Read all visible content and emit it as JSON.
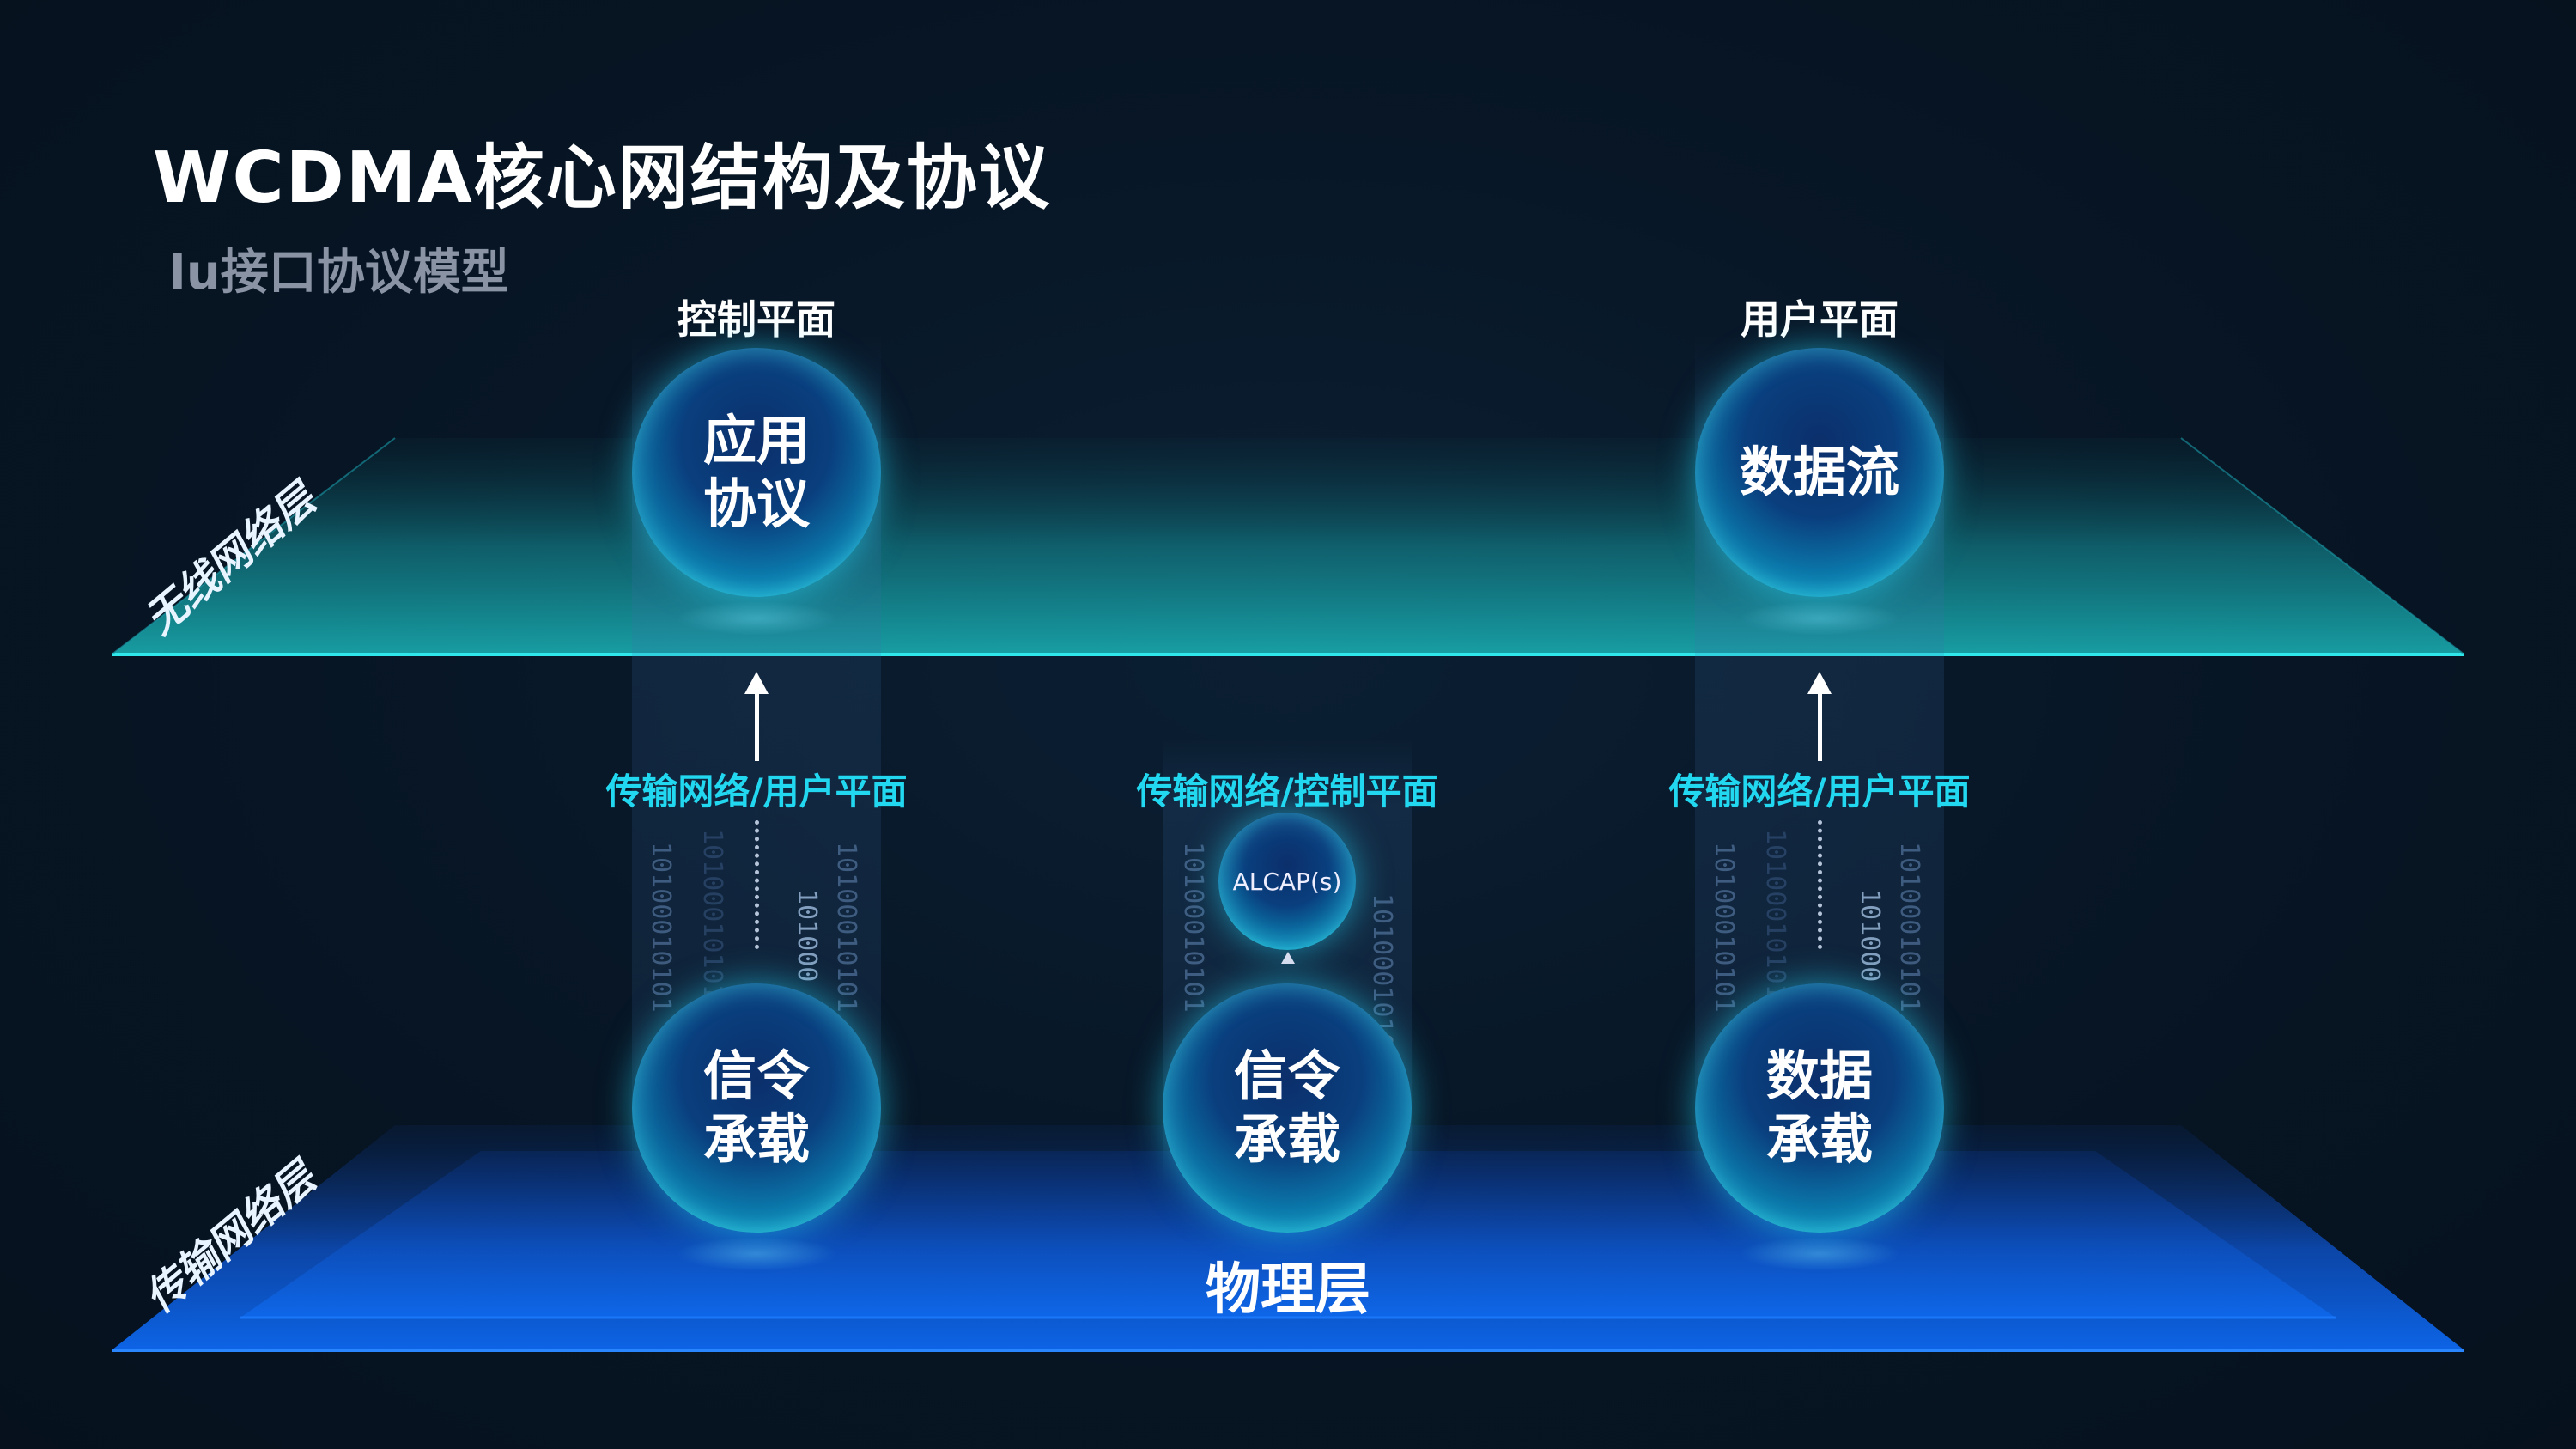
{
  "title": "WCDMA核心网结构及协议",
  "subtitle": "Iu接口协议模型",
  "planes": {
    "wireless": "无线网络层",
    "transport": "传输网络层",
    "physical": "物理层"
  },
  "columns": [
    {
      "header": "控制平面",
      "top_sphere": "应用\n协议",
      "transport_label": "传输网络/用户平面",
      "bottom_sphere": "信令\n承载"
    },
    {
      "header": "",
      "middle_sphere": "ALCAP(s)",
      "transport_label": "传输网络/控制平面",
      "bottom_sphere": "信令\n承载"
    },
    {
      "header": "用户平面",
      "top_sphere": "数据流",
      "transport_label": "传输网络/用户平面",
      "bottom_sphere": "数据\n承载"
    }
  ],
  "binary": {
    "long": "10100010101",
    "short": "101000"
  },
  "colors": {
    "wireless_plane": "#1fbfc0",
    "transport_plane": "#0d63e0",
    "accent_cyan": "#22d8f0"
  }
}
